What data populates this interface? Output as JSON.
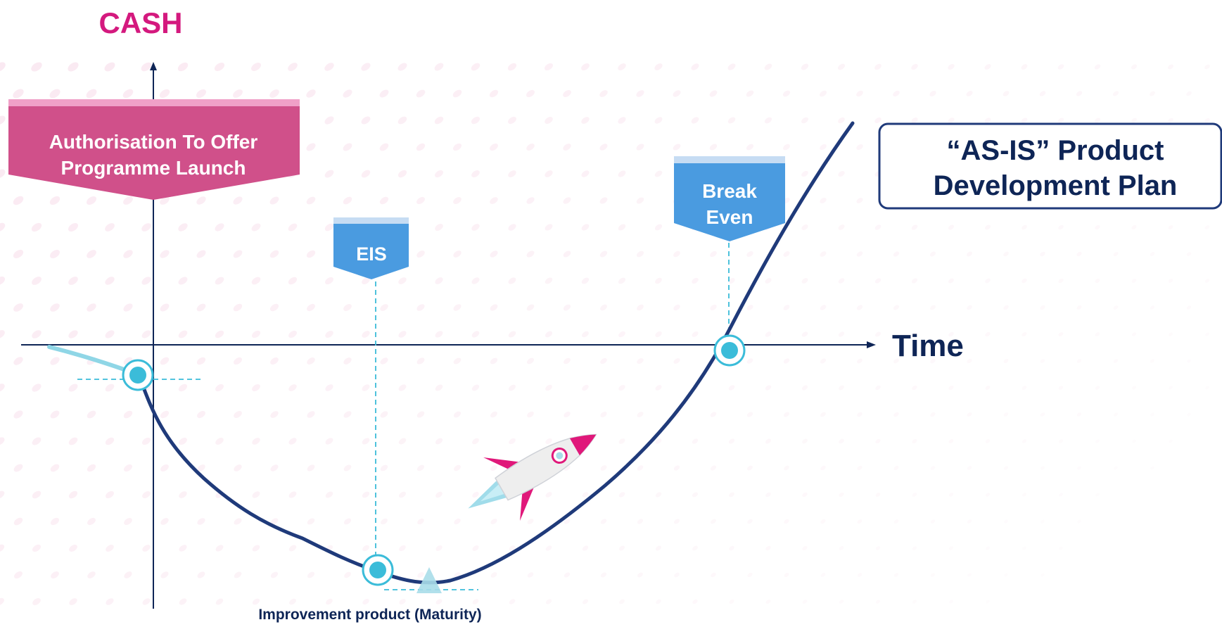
{
  "axes": {
    "y_label": "CASH",
    "x_label": "Time"
  },
  "title_box": {
    "line1": "“AS-IS” Product",
    "line2": "Development Plan"
  },
  "milestones": {
    "launch": {
      "line1": "Authorisation To Offer",
      "line2": "Programme Launch"
    },
    "eis": {
      "label": "EIS"
    },
    "break_even": {
      "line1": "Break",
      "line2": "Even"
    }
  },
  "annotations": {
    "maturity": "Improvement product (Maturity)"
  },
  "colors": {
    "magenta": "#d4197e",
    "launch_banner": "#d0508a",
    "launch_banner_top": "#f0a0c8",
    "blue_banner": "#4a9be0",
    "blue_banner_top": "#c6dcf3",
    "curve": "#1f3a7a",
    "navy_text": "#0e2556",
    "marker": "#3bbcd9",
    "marker_ring": "#ffffff",
    "axis": "#0e2556",
    "dashed": "#3bbcd9",
    "pre_curve": "#8fd6e6"
  },
  "icons": {
    "rocket": "rocket-icon"
  }
}
